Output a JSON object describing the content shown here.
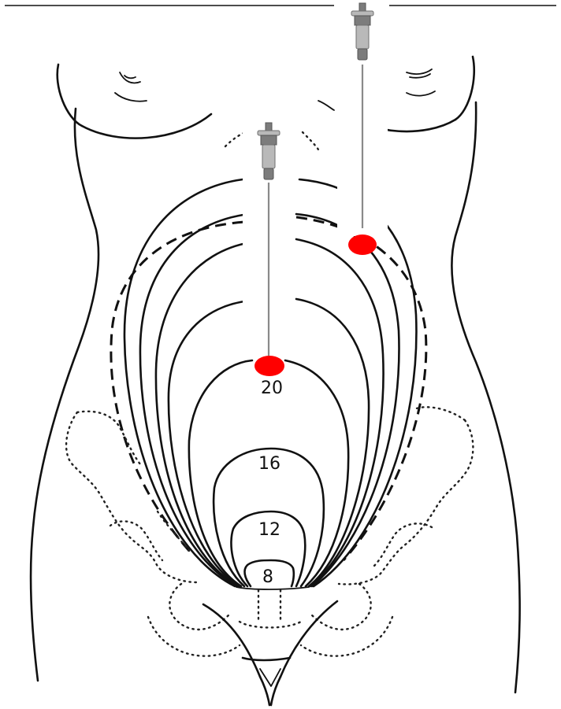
{
  "diagram": {
    "fundal_height_labels": [
      "20",
      "16",
      "12",
      "8"
    ],
    "marker_color": "#ff0000",
    "needle_color": "#8a8a8a",
    "icons": [
      "laparoscopic-trocar-icon",
      "insertion-point-marker"
    ]
  }
}
